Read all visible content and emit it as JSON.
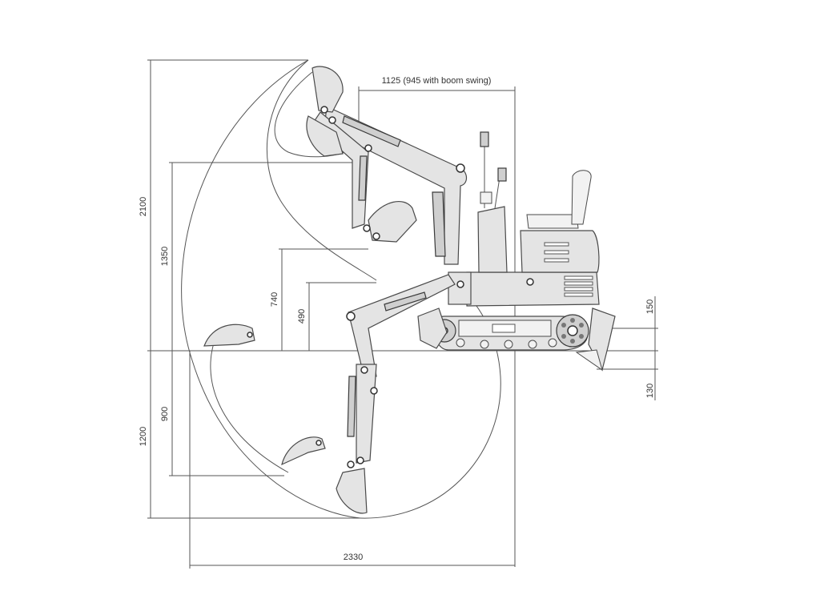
{
  "diagram": {
    "dimensions": {
      "top_reach": "1125 (945 with boom swing)",
      "total_height": "2100",
      "dump_height": "1350",
      "mid_height": "740",
      "low_height": "490",
      "dig_depth": "1200",
      "vertical_wall_depth": "900",
      "blade_lift": "150",
      "blade_drop": "130",
      "max_reach": "2330"
    }
  }
}
